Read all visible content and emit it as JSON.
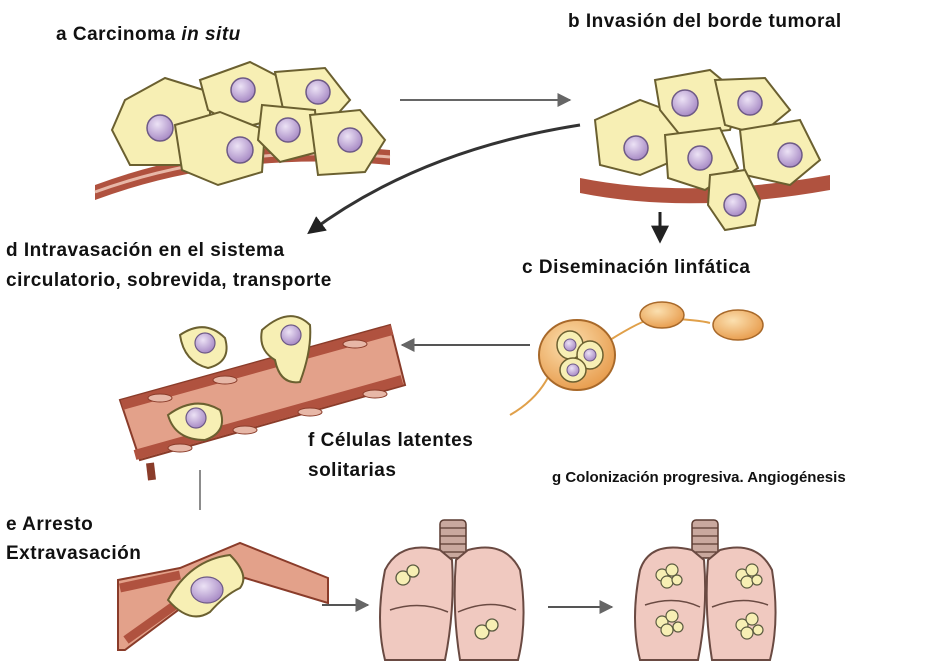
{
  "steps": {
    "a": {
      "prefix": "a  Carcinoma ",
      "italic": "in situ"
    },
    "b": {
      "text": "b  Invasión del borde tumoral"
    },
    "c": {
      "text": "c  Diseminación linfática"
    },
    "d": {
      "line1": "d  Intravasación en el sistema",
      "line2": "circulatorio, sobrevida, transporte"
    },
    "e": {
      "line1": "e  Arresto",
      "line2": "Extravasación"
    },
    "f": {
      "line1": "f  Células latentes",
      "line2": "solitarias"
    },
    "g": {
      "text": "g  Colonización progresiva. Angiogénesis"
    }
  },
  "colors": {
    "cell_fill": "#f7efb4",
    "cell_stroke": "#6b6030",
    "nucleus": "#c9b3dc",
    "membrane": "#b0523f",
    "vessel": "#e3a18a",
    "lymph": "#f0b36a",
    "lung": "#f0c9c0",
    "arrow": "#555555"
  }
}
